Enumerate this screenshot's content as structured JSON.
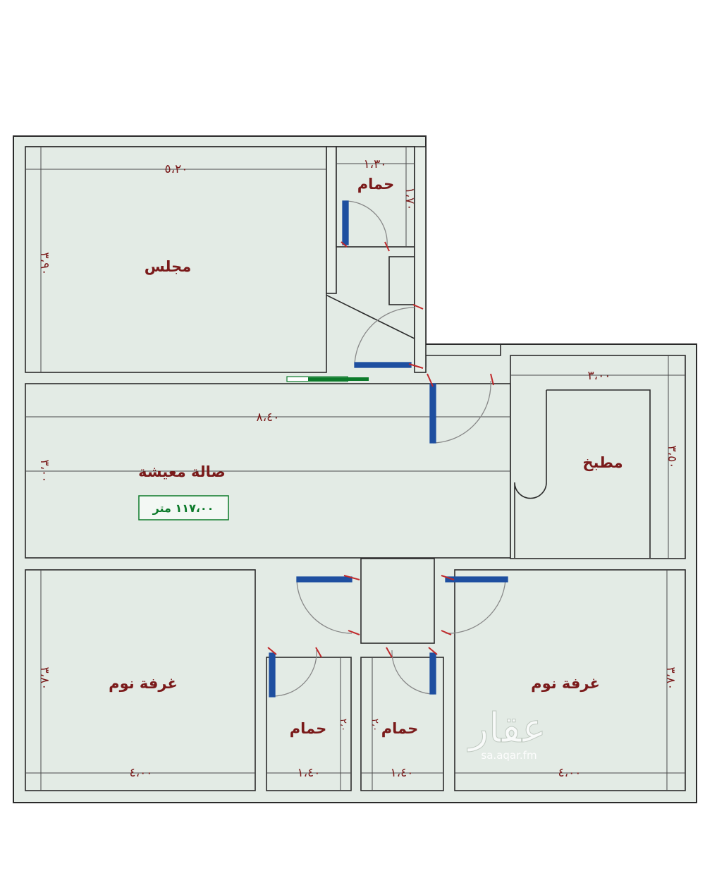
{
  "rooms": {
    "majlis": "مجلس",
    "bath_top": "حمام",
    "living": "صالة معيشة",
    "kitchen": "مطبخ",
    "bed_left": "غرفة نوم",
    "bed_right": "غرفة نوم",
    "bath_left": "حمام",
    "bath_right": "حمام"
  },
  "dimensions": {
    "majlis_width": "٥،٢٠",
    "majlis_height": "٣،٩٠",
    "bath_top_width": "١،٣٠",
    "bath_top_height": "١،٧٠",
    "living_width": "٨،٤٠",
    "living_height": "٣،٠٠",
    "kitchen_width": "٣،٠٠",
    "kitchen_height": "٣،٥٠",
    "bed_left_width": "٤،٠٠",
    "bed_left_height": "٣،٨٠",
    "bath_left_width": "١،٤٠",
    "bath_right_width": "١،٤٠",
    "bed_right_width": "٤،٠٠",
    "bed_right_height": "٣،٨٠",
    "bath_small_height_left": "٢،٠",
    "bath_small_height_right": "٢،٠"
  },
  "area_label": "١١٧،٠٠ متر",
  "watermark": {
    "brand": "عقار",
    "url": "sa.aqar.fm"
  },
  "colors": {
    "floor": "#e3ebe5",
    "wall_fill": "#e8efe9",
    "wall_stroke": "#2b2b2b",
    "text": "#7a1a1a",
    "area_green": "#0c7a2a",
    "door_blue": "#1e4fa0",
    "door_red": "#c0282a"
  }
}
